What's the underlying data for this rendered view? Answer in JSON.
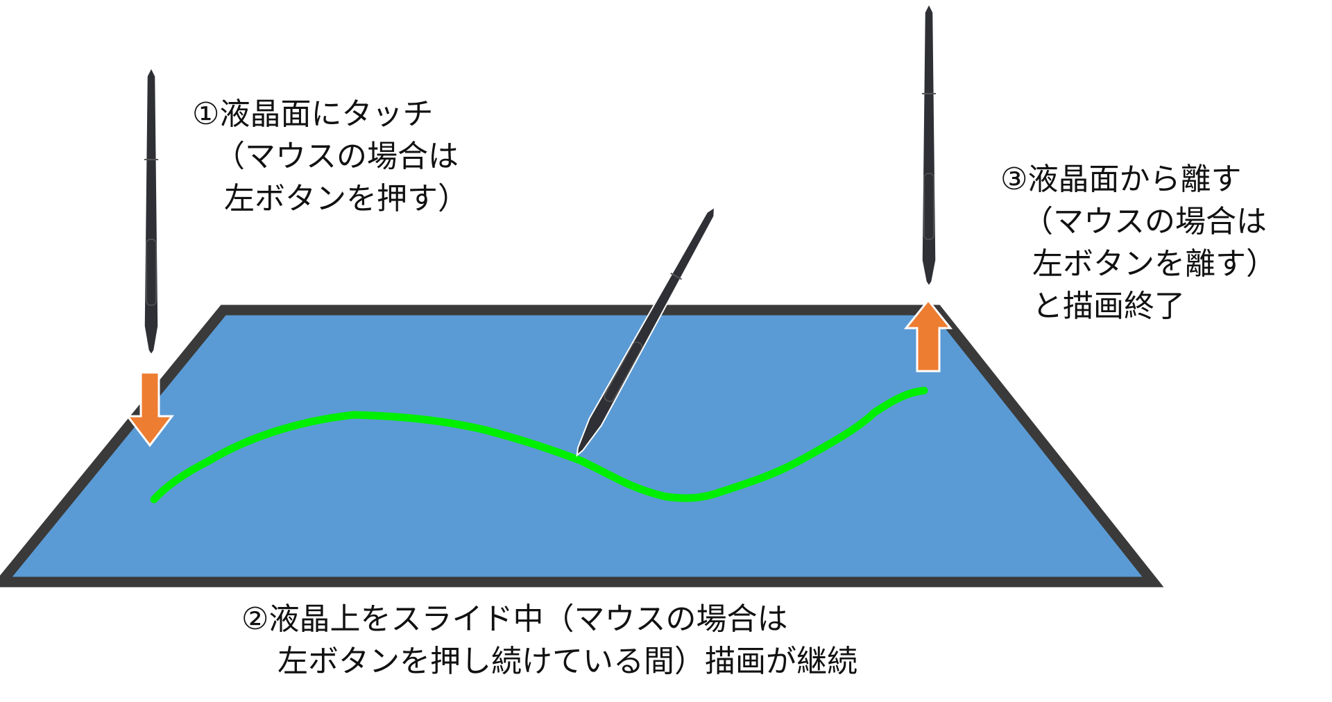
{
  "step1": {
    "lines": [
      "①液晶面にタッチ",
      "（マウスの場合は",
      "左ボタンを押す）"
    ]
  },
  "step2": {
    "lines": [
      "②液晶上をスライド中（マウスの場合は",
      "左ボタンを押し続けている間）描画が継続"
    ]
  },
  "step3": {
    "lines": [
      "③液晶面から離す",
      "（マウスの場合は",
      "左ボタンを離す）",
      "と描画終了"
    ]
  },
  "colors": {
    "screen": "#5b9bd5",
    "bezel": "#3a3a3a",
    "stroke": "#00ee00",
    "arrow": "#ed7d31",
    "pen": "#2e3035"
  }
}
